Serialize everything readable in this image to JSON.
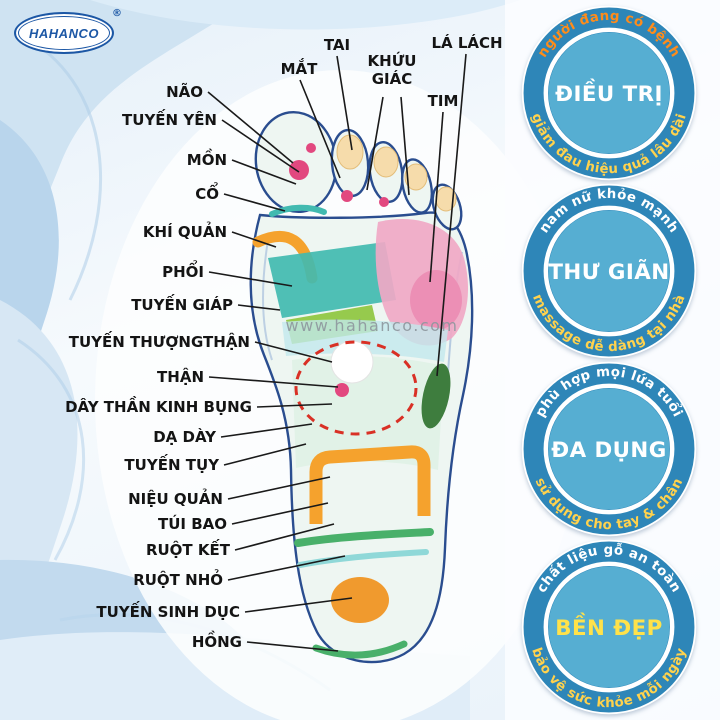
{
  "logo": {
    "brand": "HAHANCO",
    "registered_mark": "®"
  },
  "watermark": "www.hahanco.com",
  "diagram": {
    "top_labels": {
      "tai": "TAI",
      "mat": "MẮT",
      "khuu": "KHỨU",
      "giac": "GIÁC",
      "la_lach": "LÁ LÁCH",
      "tim": "TIM"
    },
    "left_labels": [
      "NÃO",
      "TUYẾN YÊN",
      "MỒN",
      "CỔ",
      "KHÍ QUẢN",
      "PHỔI",
      "TUYẾN GIÁP",
      "TUYẾN THƯỢNGTHẬN",
      "THẬN",
      "DÂY THẦN KINH BỤNG",
      "DẠ DÀY",
      "TUYẾN TỤY",
      "NIỆU QUẢN",
      "TÚI BAO",
      "RUỘT KẾT",
      "RUỘT NHỎ",
      "TUYẾN SINH DỤC",
      "HỒNG"
    ]
  },
  "badges": [
    {
      "arc_top": "người đang có bệnh",
      "center": "ĐIỀU TRỊ",
      "arc_bottom": "giảm đau hiệu quả lâu dài",
      "arc_top_color": "#ff8c1a",
      "center_color": "#ffffff",
      "arc_bottom_color": "#ffd24d"
    },
    {
      "arc_top": "nam nữ khỏe mạnh",
      "center": "THƯ GIÃN",
      "arc_bottom": "massage dễ dàng tại nhà",
      "arc_top_color": "#ffffff",
      "center_color": "#ffffff",
      "arc_bottom_color": "#ffd24d"
    },
    {
      "arc_top": "phù hợp mọi lứa tuổi",
      "center": "ĐA DỤNG",
      "arc_bottom": "sử dụng cho tay & chân",
      "arc_top_color": "#ffffff",
      "center_color": "#ffffff",
      "arc_bottom_color": "#ffd24d"
    },
    {
      "arc_top": "chất liệu gỗ an toàn",
      "center": "BỀN ĐẸP",
      "arc_bottom": "bảo vệ sức khỏe mỗi ngày",
      "arc_top_color": "#ffffff",
      "center_color": "#ffe24a",
      "arc_bottom_color": "#ffd24d"
    }
  ],
  "colors": {
    "badge_ring": "#2e86b8",
    "badge_inner": "#56aed2",
    "foot_outline": "#2a4d8f",
    "zone_orange": "#f5a22d",
    "zone_teal": "#41bab0",
    "zone_green": "#8ec63f",
    "zone_pink": "#f0a8c6",
    "zone_dark_green": "#3e7d3e",
    "dashed_red": "#d93025"
  }
}
